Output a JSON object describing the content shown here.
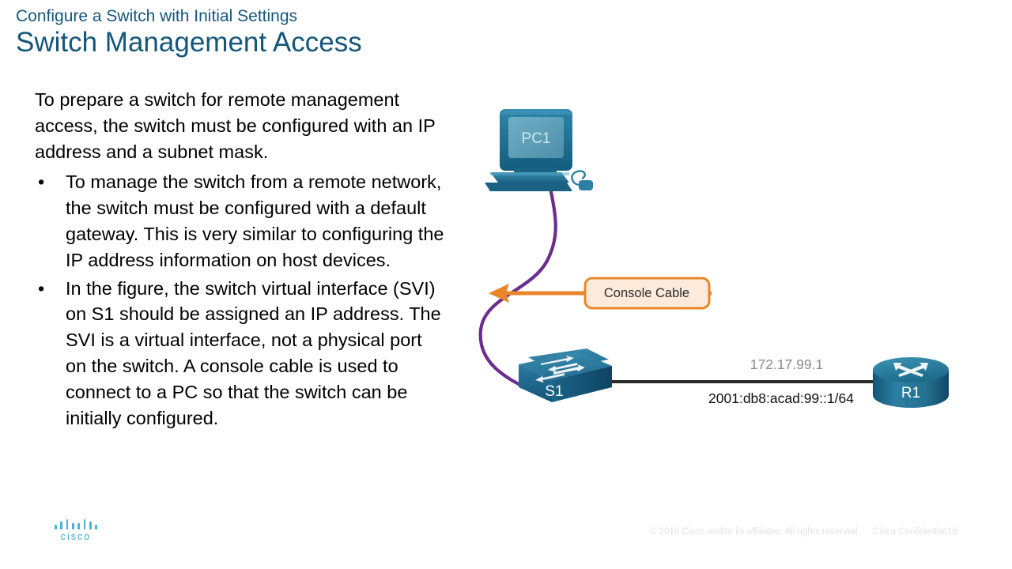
{
  "header": {
    "eyebrow": "Configure a Switch with Initial Settings",
    "title": "Switch Management Access"
  },
  "content": {
    "intro": "To prepare a switch for remote management access, the switch must be configured with an IP address and a subnet mask.",
    "bullet_mark": "•",
    "bullets": [
      "To manage the switch from a remote network, the switch must be configured with a default gateway. This is very similar to configuring the IP address information on host devices.",
      "In the figure, the switch virtual interface (SVI) on S1 should be assigned an IP address. The SVI is a virtual interface, not a physical port on the switch. A console cable is used to connect to a PC so that the switch can be initially configured."
    ]
  },
  "diagram": {
    "pc_label": "PC1",
    "switch_label": "S1",
    "router_label": "R1",
    "callout_label": "Console Cable",
    "ipv4_address": "172.17.99.1",
    "ipv6_address": "2001:db8:acad:99::1/64",
    "colors": {
      "console_cable": "#6B2D8F",
      "callout_border": "#E8862A",
      "callout_fill": "#FDEADB",
      "device_blue": "#1F6F94",
      "link_line": "#2B2B2B"
    }
  },
  "footer": {
    "copyright": "© 2016  Cisco and/or its affiliates. All rights reserved.",
    "confidential": "Cisco Confidential",
    "page_number": "18",
    "logo_wordmark": "cisco",
    "brand_color": "#3DA8CE"
  }
}
